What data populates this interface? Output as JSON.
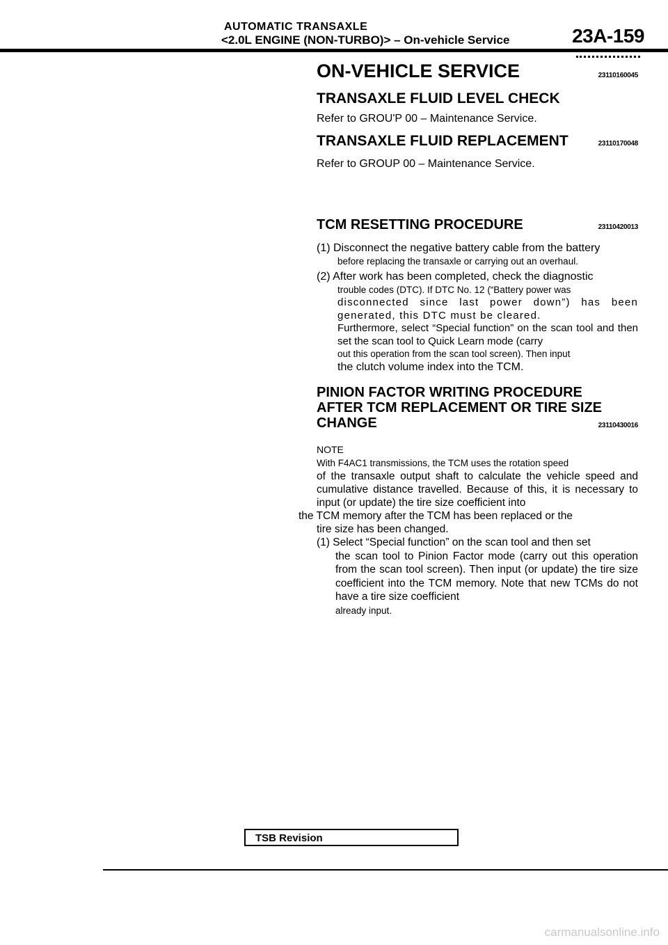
{
  "header": {
    "title": "AUTOMATIC TRANSAXLE",
    "subtitle": "<2.0L ENGINE (NON-TURBO)> – On-vehicle Service",
    "page_number": "23A-159"
  },
  "main": {
    "heading": "ON-VEHICLE SERVICE",
    "heading_code": "23110160045"
  },
  "fluid_level": {
    "heading": "TRANSAXLE FLUID LEVEL CHECK",
    "refer": "Refer to GROU'P 00 – Maintenance Service."
  },
  "fluid_replacement": {
    "heading": "TRANSAXLE FLUID REPLACEMENT",
    "code": "23110170048",
    "refer": "Refer to GROUP 00 – Maintenance Service."
  },
  "tcm_reset": {
    "heading": "TCM RESETTING PROCEDURE",
    "code": "23110420013",
    "step1_line": "(1) Disconnect the negative battery cable from the battery",
    "step1_cont": "before replacing the transaxle or carrying out an overhaul.",
    "step2_line": "(2) After work has been completed, check the diagnostic",
    "step2_b1": "trouble codes (DTC). If DTC No. 12 (“Battery power was",
    "step2_b2": "disconnected since last power down”) has been generated, this DTC must be cleared.",
    "step2_b3": "Furthermore, select “Special function” on the scan tool and then set the scan tool to Quick Learn mode (carry",
    "step2_b4": "out this operation from the scan tool screen). Then input",
    "step2_b5": "the clutch volume index into the TCM."
  },
  "pinion": {
    "heading_line1": "PINION FACTOR WRITING PROCEDURE",
    "heading_line2": "AFTER TCM REPLACEMENT OR TIRE SIZE",
    "heading_line3": "CHANGE",
    "code": "23110430016",
    "note_label": "NOTE",
    "note_first": "With F4AC1 transmissions, the TCM uses the rotation speed",
    "note_rest": "of the transaxle output shaft to calculate the vehicle speed and cumulative distance travelled. Because of this, it is necessary to input (or update) the tire size coefficient into",
    "note_wide": "the TCM memory after the TCM has been replaced or the",
    "note_end": "tire size has been changed.",
    "step1_line": "(1) Select “Special function” on the scan tool and then set",
    "step1_body": "the scan tool to Pinion Factor mode (carry out this operation from the scan tool screen). Then input (or update) the tire size coefficient into the TCM memory. Note that new TCMs do not have a tire size coefficient",
    "step1_last": "already input."
  },
  "footer": {
    "tsb": "TSB Revision",
    "watermark": "carmanualsonline.info"
  }
}
